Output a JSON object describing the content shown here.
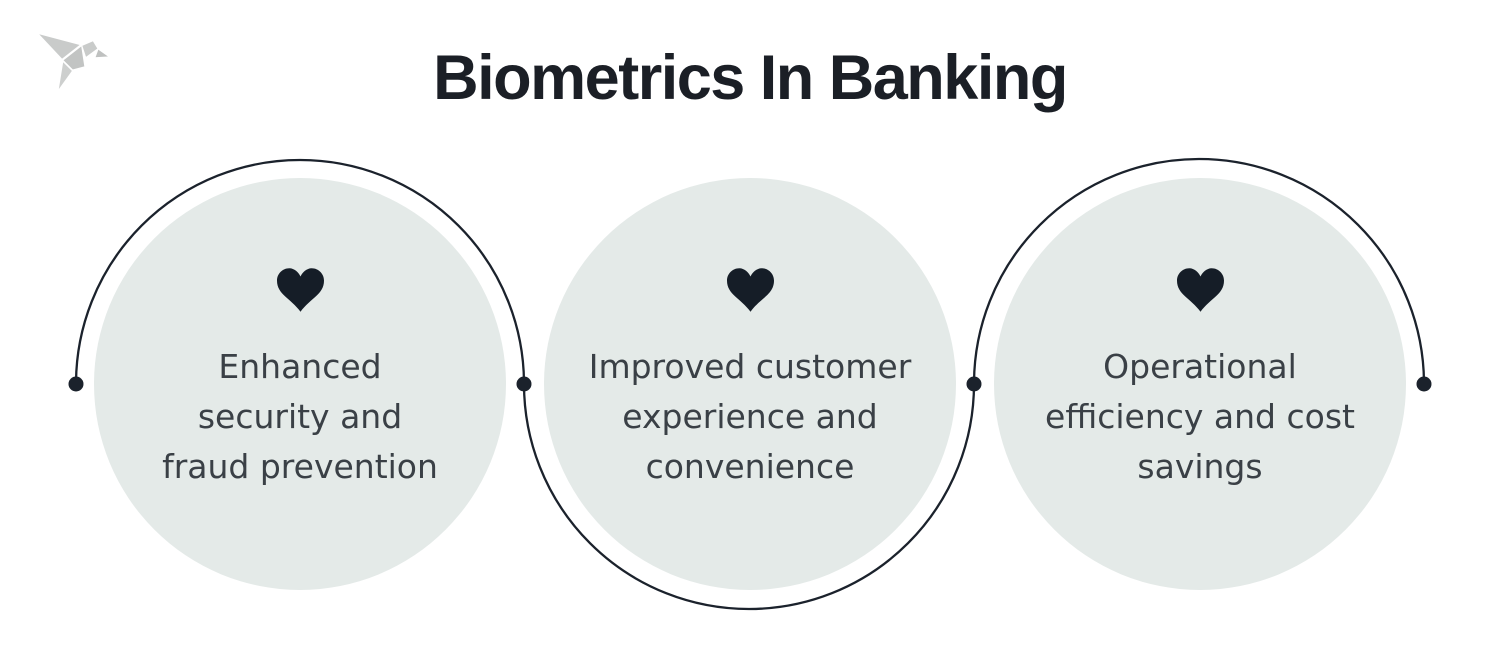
{
  "header": {
    "title": "Biometrics In Banking",
    "logo": "origami-bird-logo"
  },
  "colors": {
    "background": "#ffffff",
    "circle_fill": "#e4eae8",
    "line": "#1b222c",
    "dot": "#1b222c",
    "heart": "#151d27",
    "title_text": "#1b1f26",
    "body_text": "#3a4046",
    "logo_gray": "#c8cac9"
  },
  "diagram": {
    "items": [
      {
        "icon": "heart-icon",
        "label": "Enhanced\nsecurity and\nfraud prevention"
      },
      {
        "icon": "heart-icon",
        "label": "Improved customer\nexperience and\nconvenience"
      },
      {
        "icon": "heart-icon",
        "label": "Operational\nefficiency and cost\nsavings"
      }
    ]
  }
}
